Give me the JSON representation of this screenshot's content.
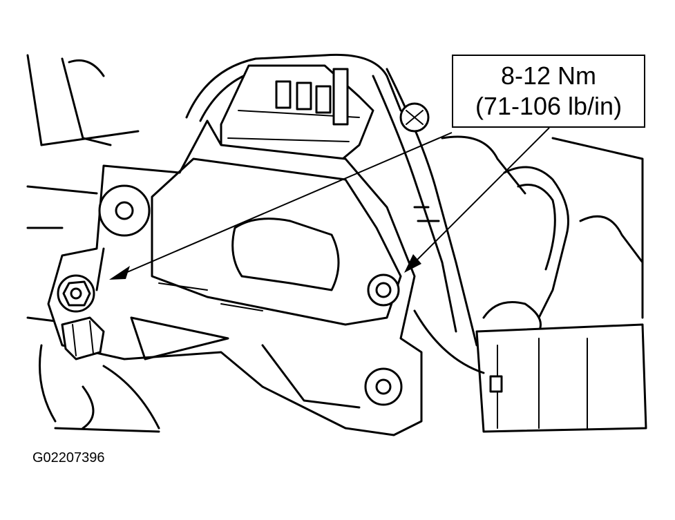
{
  "callout": {
    "torque_metric": "8-12 Nm",
    "torque_imperial": "(71-106 lb/in)"
  },
  "figure_id": "G02207396"
}
